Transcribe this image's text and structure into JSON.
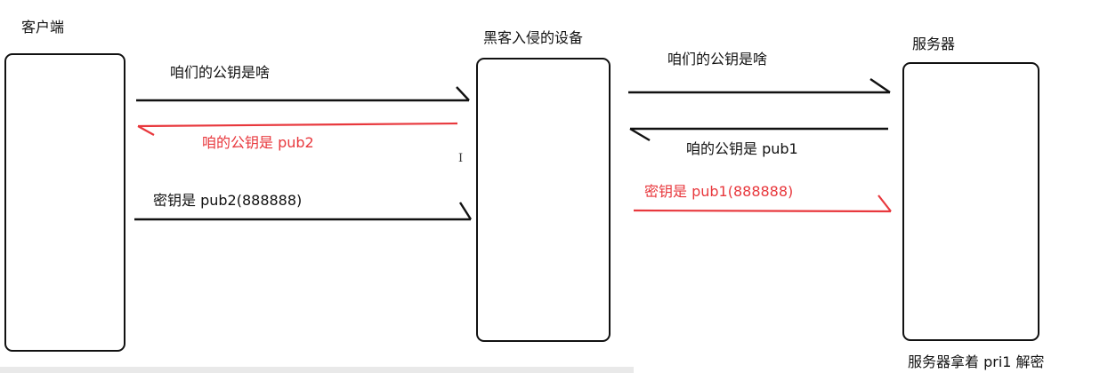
{
  "entities": {
    "client": "客户端",
    "hacker": "黑客入侵的设备",
    "server": "服务器"
  },
  "messages": {
    "client_request": "咱们的公钥是啥",
    "hacker_reply_to_client": "咱的公钥是 pub2",
    "client_key_sent": "密钥是 pub2(888888)",
    "hacker_request": "咱们的公钥是啥",
    "server_reply": "咱的公钥是 pub1",
    "hacker_key_sent": "密钥是 pub1(888888)"
  },
  "footer": {
    "server_decrypt": "服务器拿着 pri1 解密"
  },
  "colors": {
    "line": "#111111",
    "highlight": "#e8383d"
  }
}
